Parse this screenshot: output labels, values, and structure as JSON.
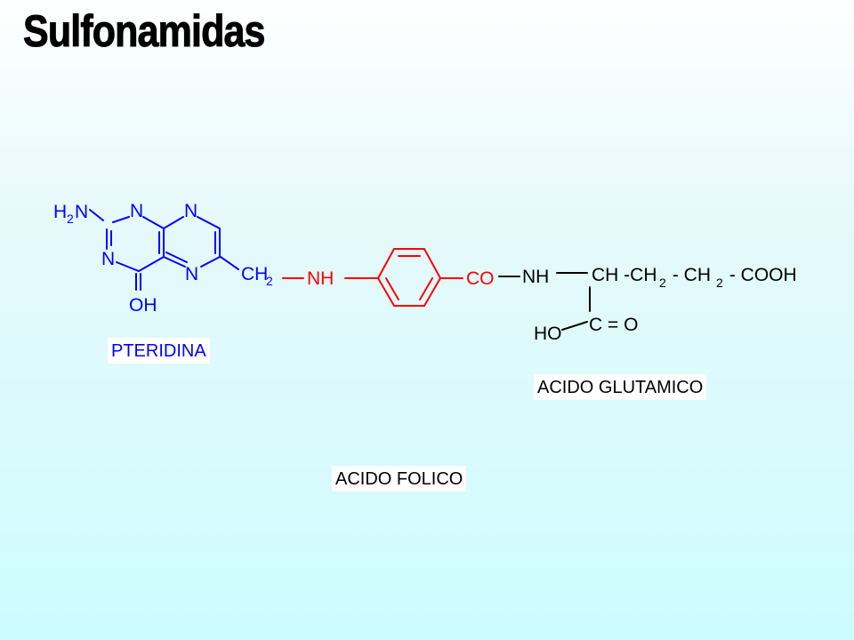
{
  "slide": {
    "title": "Sulfonamidas"
  },
  "molecule": {
    "pteridine_atoms": {
      "amine": "H",
      "amine_sub": "2",
      "amine_n": "N",
      "n1": "N",
      "n2": "N",
      "n3": "N",
      "n4": "N",
      "oh": "OH",
      "ch2": "CH",
      "ch2_sub": "2"
    },
    "paba_atoms": {
      "nh": "NH",
      "co": "CO"
    },
    "glutamic_atoms": {
      "nh": "NH",
      "chain_a": "CH -CH",
      "chain_sub1": "2",
      "chain_b": " - CH",
      "chain_sub2": "2",
      "chain_c": " - COOH",
      "ho": "HO",
      "carbonyl": "C = O"
    }
  },
  "labels": {
    "pteridina": "PTERIDINA",
    "acido_glutamico": "ACIDO GLUTAMICO",
    "acido_folico": "ACIDO FOLICO"
  },
  "colors": {
    "pteridine": "#0000ff",
    "paba": "#ff0000",
    "glutamic": "#000000"
  }
}
